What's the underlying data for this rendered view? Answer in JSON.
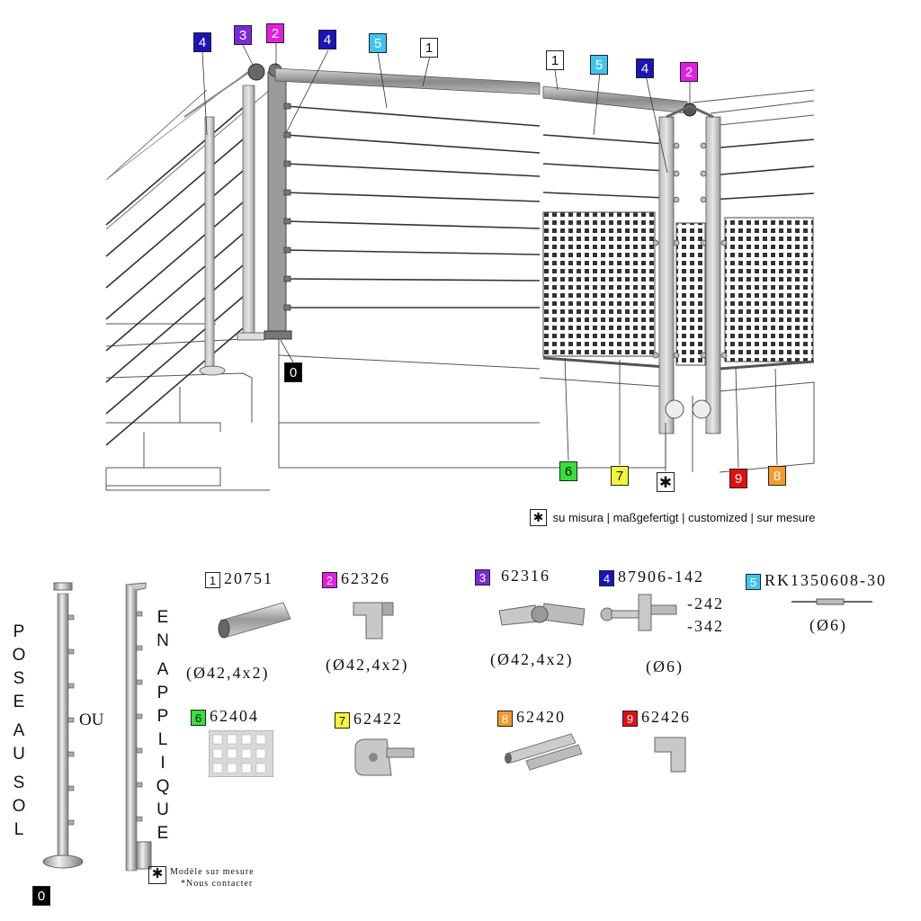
{
  "colors": {
    "c1": "#ffffff",
    "c2": "#e020e0",
    "c3": "#7a2ad8",
    "c4": "#1a14b8",
    "c5": "#3fc4f0",
    "c6": "#35e03a",
    "c7": "#f4f43a",
    "c8": "#f59a2a",
    "c9": "#e01010",
    "c0": "#000000"
  },
  "diagram_labels": {
    "l4a": "4",
    "l3": "3",
    "l2a": "2",
    "l4b": "4",
    "l5a": "5",
    "l1a": "1",
    "l1b": "1",
    "l5b": "5",
    "l4c": "4",
    "l2b": "2",
    "l0": "0",
    "l6": "6",
    "l7": "7",
    "lstar": "✱",
    "l9": "9",
    "l8": "8"
  },
  "legend": {
    "star": "✱",
    "text": "su misura | maßgefertigt | customized | sur mesure"
  },
  "pose_au_sol": [
    "P",
    "O",
    "S",
    "E",
    "",
    "A",
    "U",
    "",
    "S",
    "O",
    "L"
  ],
  "ou": "OU",
  "en_applique": [
    "E",
    "N",
    "",
    "A",
    "P",
    "P",
    "L",
    "I",
    "Q",
    "U",
    "E"
  ],
  "bottom_zero": "0",
  "modele": {
    "star": "✱",
    "line1": "Modèle sur mesure",
    "line2": "*Nous contacter"
  },
  "parts": [
    {
      "num": "1",
      "code": "20751",
      "dim": "(Ø42,4x2)"
    },
    {
      "num": "2",
      "code": "62326",
      "dim": "(Ø42,4x2)"
    },
    {
      "num": "3",
      "code": "62316",
      "dim": "(Ø42,4x2)"
    },
    {
      "num": "4",
      "code": "87906-142",
      "extra1": "-242",
      "extra2": "-342",
      "dim": "(Ø6)"
    },
    {
      "num": "5",
      "code": "RK1350608-30",
      "dim": "(Ø6)"
    },
    {
      "num": "6",
      "code": "62404"
    },
    {
      "num": "7",
      "code": "62422"
    },
    {
      "num": "8",
      "code": "62420"
    },
    {
      "num": "9",
      "code": "62426"
    }
  ]
}
